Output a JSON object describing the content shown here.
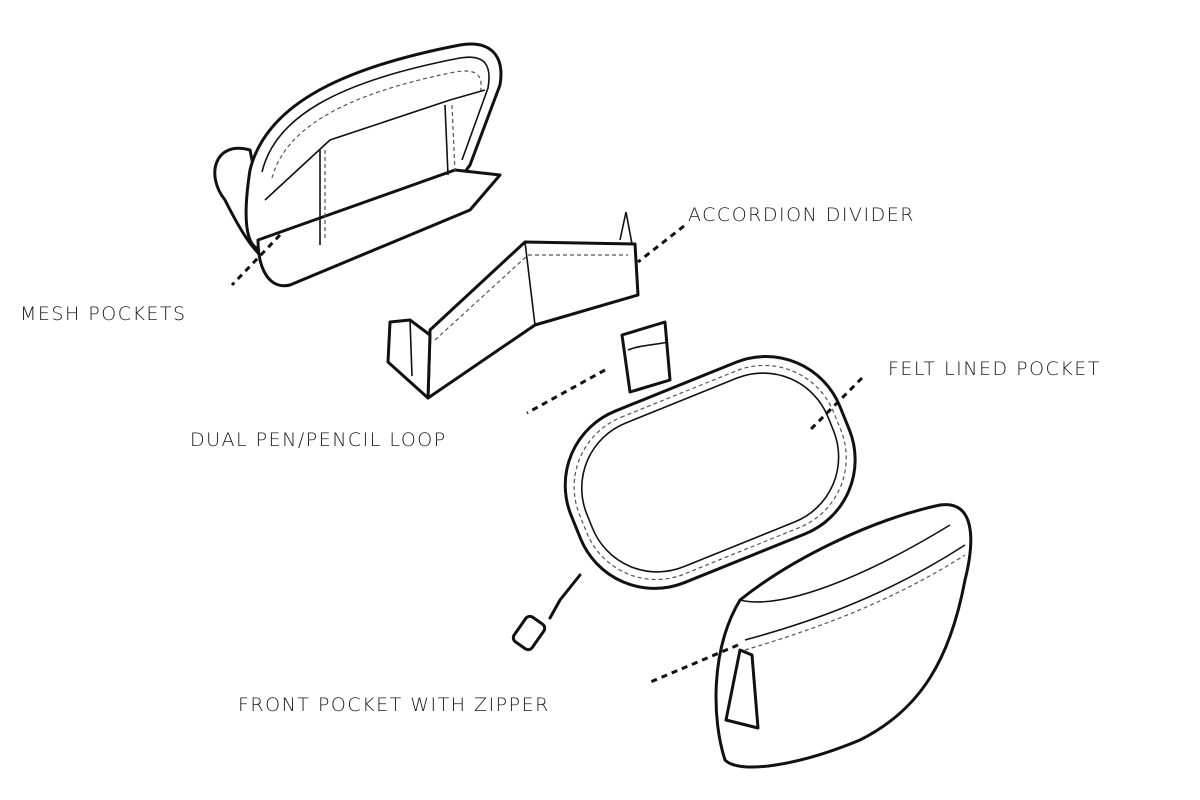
{
  "labels": {
    "accordion_divider": "ACCORDION DIVIDER",
    "mesh_pockets": "MESH POCKETS",
    "felt_lined_pocket": "FELT LINED POCKET",
    "dual_pen_pencil_loop": "DUAL PEN/PENCIL LOOP",
    "front_pocket_with_zipper": "FRONT POCKET WITH ZIPPER"
  }
}
